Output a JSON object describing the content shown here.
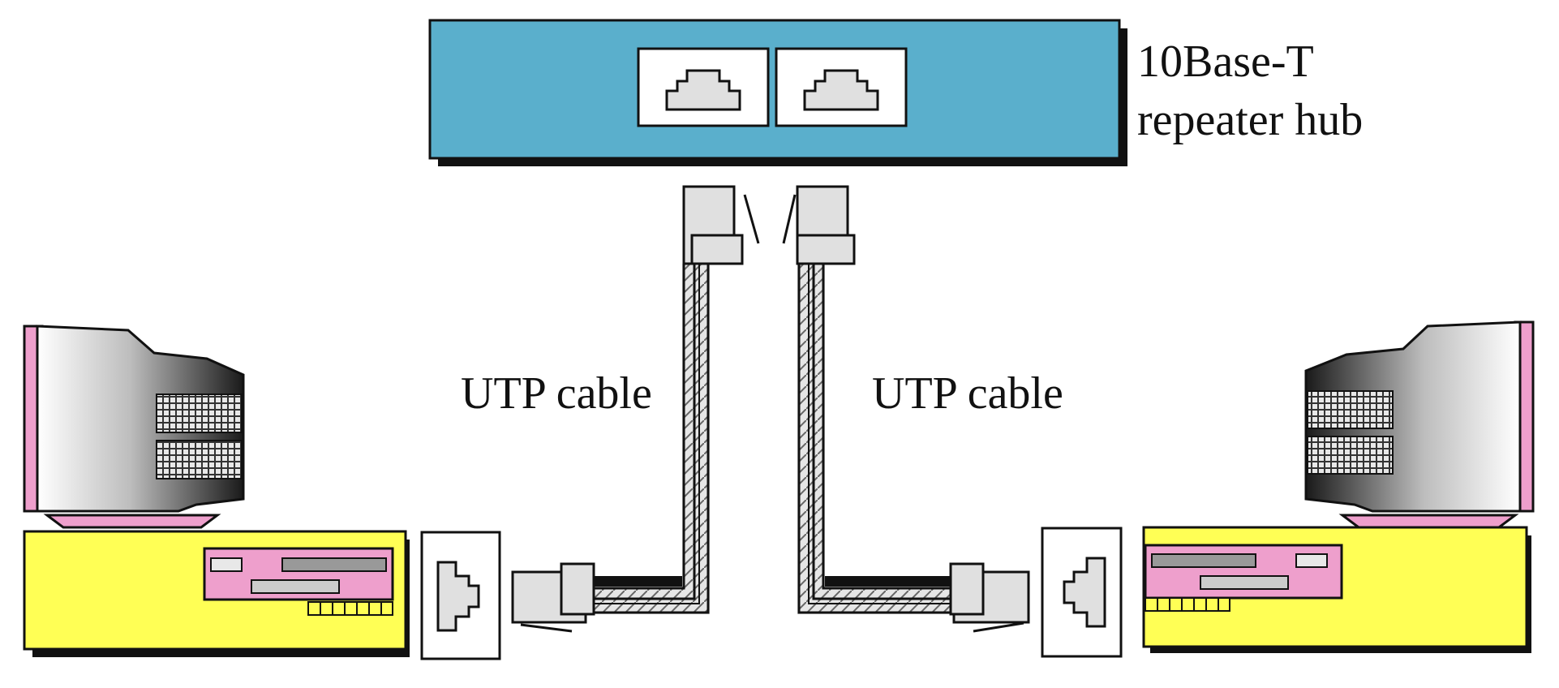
{
  "hub": {
    "label_line1": "10Base-T",
    "label_line2": "repeater hub",
    "color": "#5AAFCC"
  },
  "cables": {
    "left_label": "UTP cable",
    "right_label": "UTP cable"
  },
  "colors": {
    "computer_case": "#FFFF55",
    "panel": "#EE9FCC",
    "connector": "#E0E0E0",
    "outline": "#111111"
  },
  "icons": [
    "hub-icon",
    "rj45-port-icon",
    "rj45-plug-icon",
    "crt-monitor-icon",
    "desktop-case-icon",
    "nic-port-icon"
  ]
}
